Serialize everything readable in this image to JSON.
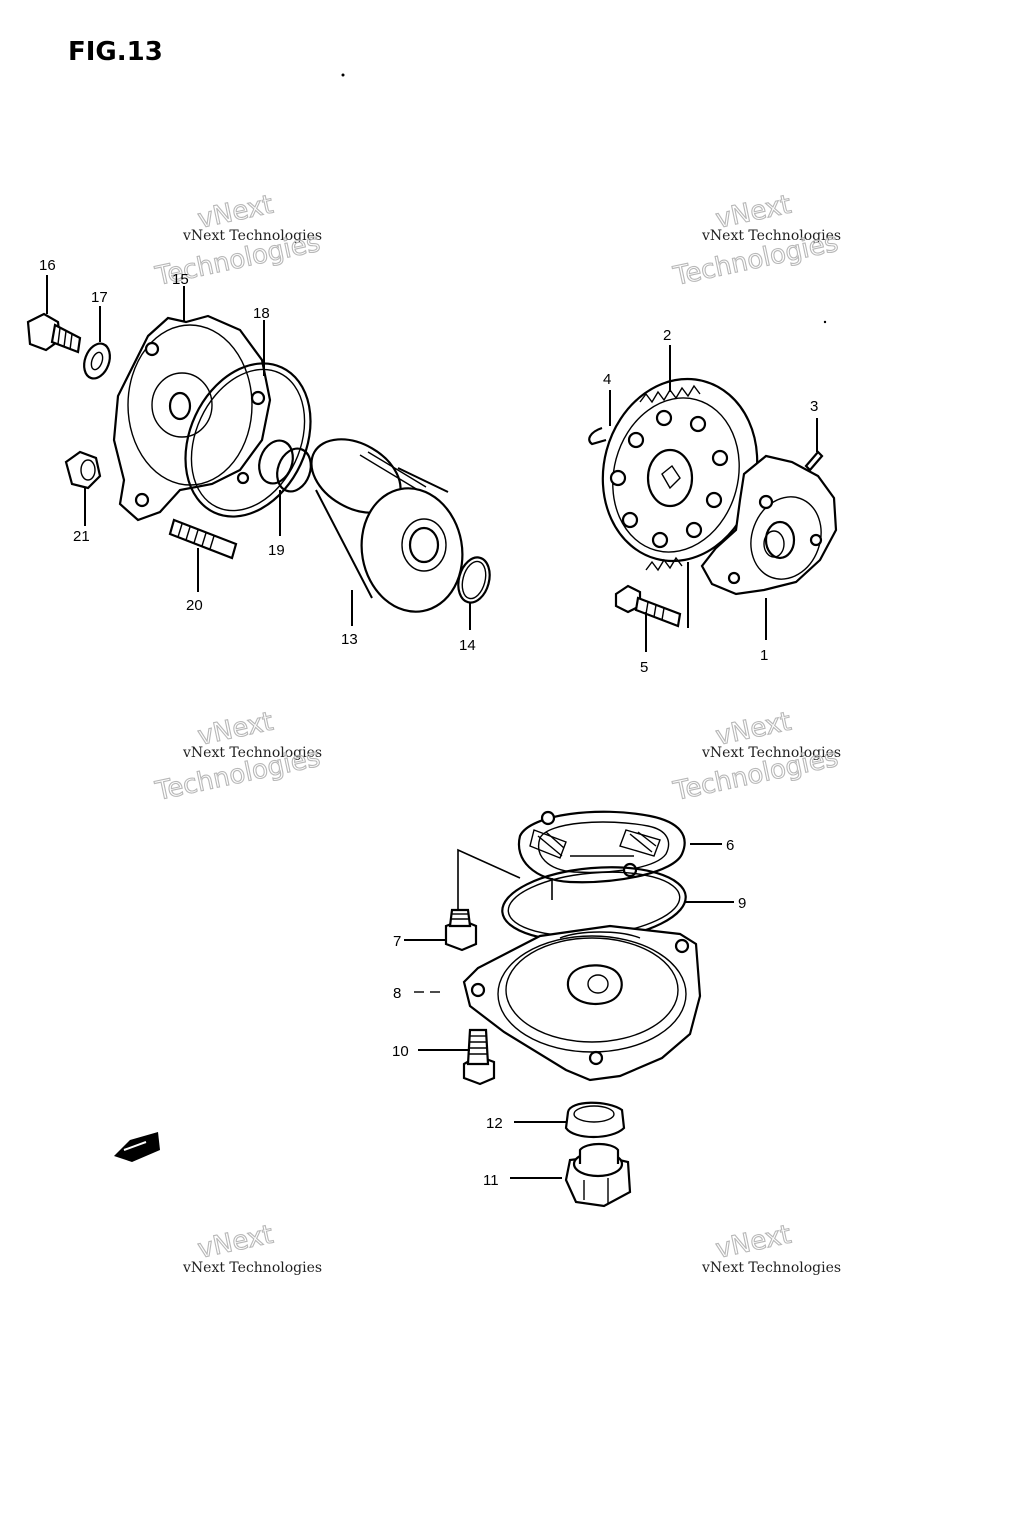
{
  "title": "FIG.13",
  "watermark": {
    "line1": "vNext Technologies",
    "line2": "vNext",
    "line3": "Technologies"
  },
  "labels": {
    "p1": "1",
    "p2": "2",
    "p3": "3",
    "p4": "4",
    "p5": "5",
    "p6": "6",
    "p7": "7",
    "p8": "8",
    "p9": "9",
    "p10": "10",
    "p11": "11",
    "p12": "12",
    "p13": "13",
    "p14": "14",
    "p15": "15",
    "p16": "16",
    "p17": "17",
    "p18": "18",
    "p19": "19",
    "p20": "20",
    "p21": "21"
  }
}
